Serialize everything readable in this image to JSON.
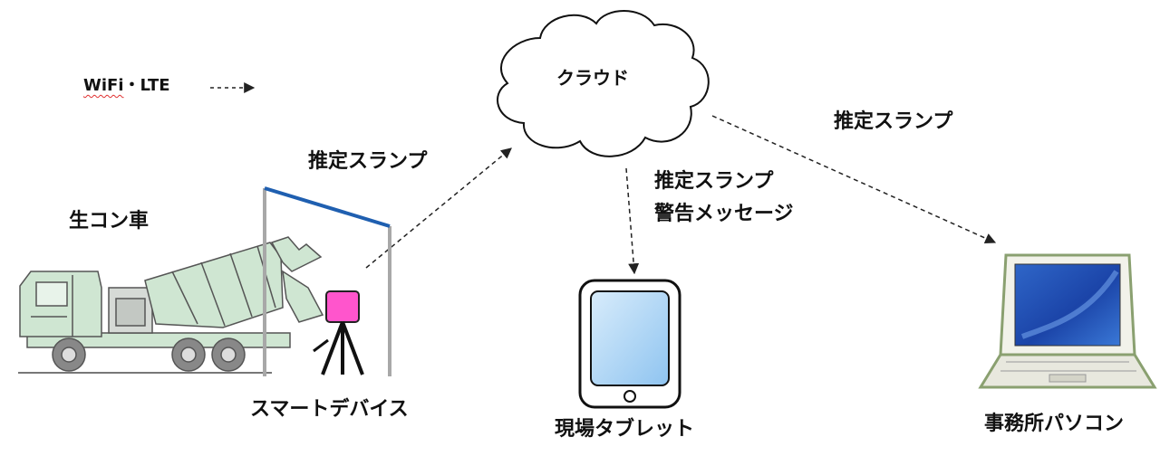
{
  "legend": {
    "wifi": "WiFi",
    "separator": "・",
    "lte": "LTE"
  },
  "nodes": {
    "cloud": "クラウド",
    "mixer_truck": "生コン車",
    "smart_device": "スマートデバイス",
    "site_tablet": "現場タブレット",
    "office_pc": "事務所パソコン"
  },
  "edges": {
    "device_to_cloud": "推定スランプ",
    "cloud_to_tablet_line1": "推定スランプ",
    "cloud_to_tablet_line2": "警告メッセージ",
    "cloud_to_pc": "推定スランプ"
  },
  "colors": {
    "truck_body": "#cfe6d2",
    "truck_outline": "#555555",
    "sensor": "#ff55cc",
    "frame_top": "#1f5fb0",
    "frame_post": "#a8a8a8",
    "tablet_screen": "#a9d3f5",
    "laptop_frame": "#8aa070",
    "laptop_screen": "#1f4fb5",
    "arrow": "#222222"
  },
  "icons": [
    "cloud-icon",
    "mixer-truck-icon",
    "sensor-tripod-icon",
    "tablet-icon",
    "laptop-icon"
  ]
}
